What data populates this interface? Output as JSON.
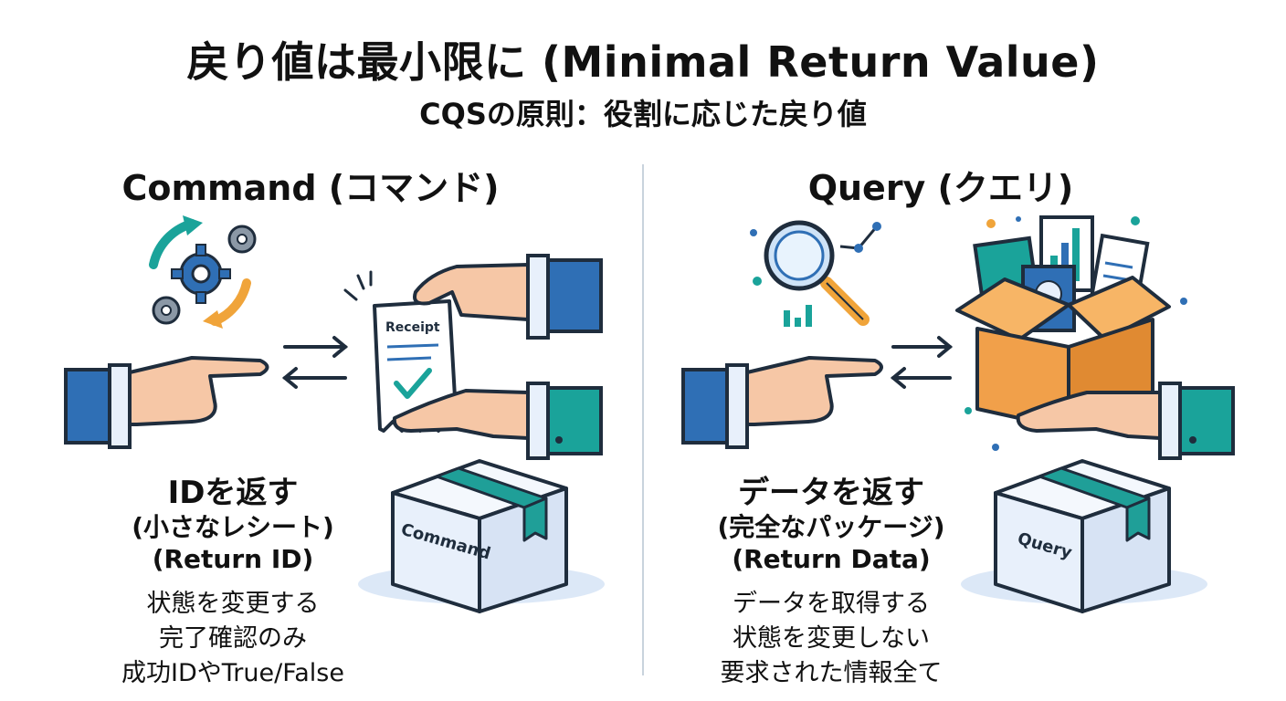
{
  "header": {
    "title": "戻り値は最小限に (Minimal Return Value)",
    "subtitle": "CQSの原則：役割に応じた戻り値"
  },
  "command": {
    "title": "Command (コマンド)",
    "return_main": "IDを返す",
    "return_jp": "(小さなレシート)",
    "return_en": "(Return ID)",
    "descriptions": [
      "状態を変更する",
      "完了確認のみ",
      "成功IDやTrue/False"
    ],
    "receipt_label": "Receipt",
    "box_label": "Command"
  },
  "query": {
    "title": "Query (クエリ)",
    "return_main": "データを返す",
    "return_jp": "(完全なパッケージ)",
    "return_en": "(Return Data)",
    "descriptions": [
      "データを取得する",
      "状態を変更しない",
      "要求された情報全て"
    ],
    "box_label": "Query"
  },
  "colors": {
    "navy": "#1f2d3d",
    "sleeve_blue": "#2f6fb5",
    "sleeve_teal": "#1aa39a",
    "skin": "#f6c7a6",
    "box_light": "#e8f0fb",
    "tape_teal": "#1f9f98",
    "box_orange": "#f1a04a",
    "gear_blue": "#2f6fb5",
    "arrow_orange": "#f0a43a"
  }
}
